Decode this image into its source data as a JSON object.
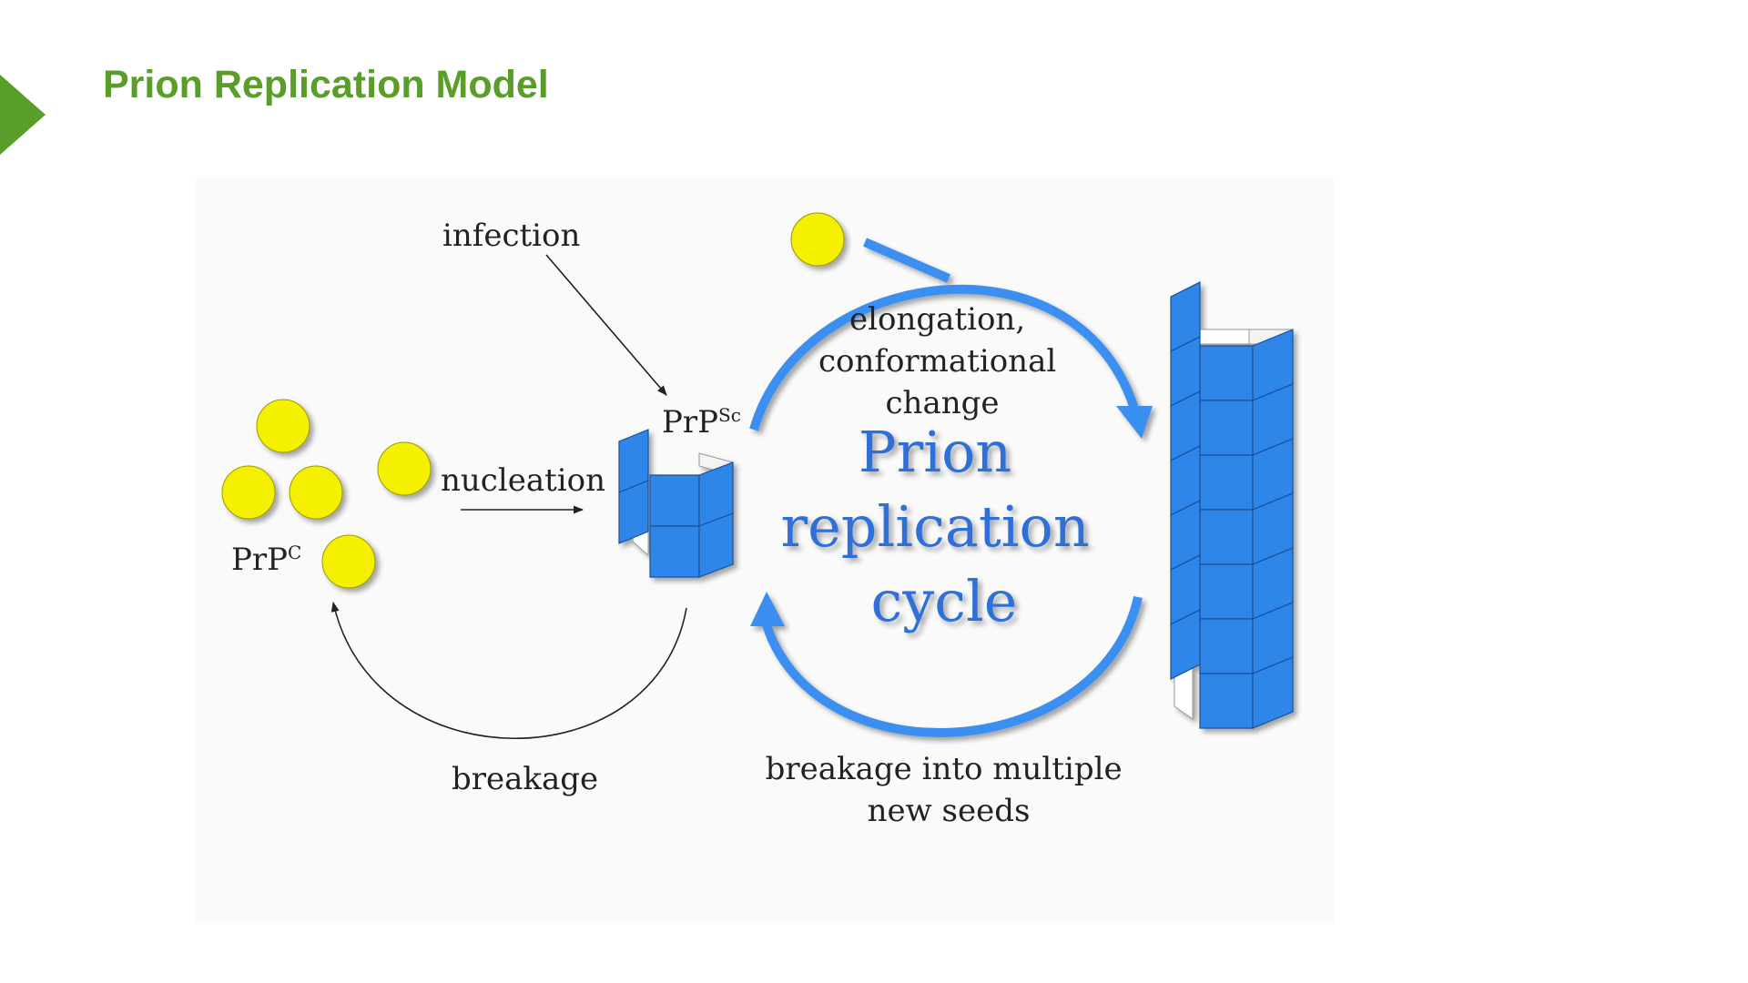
{
  "slide": {
    "title": "Prion Replication Model"
  },
  "colors": {
    "title": "#5a9e2a",
    "marker": "#5a9e2a",
    "monomer": "#f5f000",
    "fibril": "#2f86e8",
    "cycle_arrow": "#3a8ff0",
    "cycle_text": "#2f6fd8",
    "label_text": "#222222"
  },
  "diagram": {
    "label_infection": "infection",
    "label_prpsc_base": "PrP",
    "label_prpsc_sup": "Sc",
    "label_prpc_base": "PrP",
    "label_prpc_sup": "C",
    "label_nucleation": "nucleation",
    "label_breakage": "breakage",
    "elongation_lines": [
      "elongation,",
      "conformational",
      "change"
    ],
    "cycle_lines": [
      "Prion",
      "replication",
      "cycle"
    ],
    "breakage_seeds_lines": [
      "breakage into multiple",
      "new seeds"
    ]
  }
}
